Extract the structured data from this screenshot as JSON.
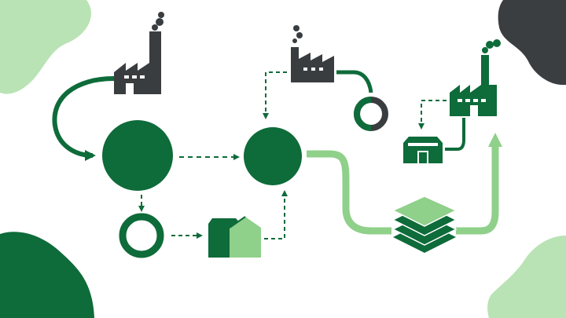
{
  "colors": {
    "dark_green": "#0e6b3a",
    "light_green": "#8fd08a",
    "pale_green": "#b9e3b4",
    "charcoal": "#3a3d40",
    "blob_dark": "#3b3e41",
    "background": "#ffffff"
  },
  "icons": {
    "factory_top_left": "factory-icon",
    "factory_top_center": "factory-icon",
    "factory_right": "factory-icon",
    "warehouse_small": "warehouse-icon",
    "warehouse_split": "warehouse-icon",
    "layers_stack": "layers-stack-icon",
    "hub_left": "filled-circle",
    "hub_center": "filled-circle",
    "ring_left": "ring",
    "ring_right": "ring"
  },
  "connectors": {
    "solid": "solid-arrow",
    "dashed": "dashed-arrow"
  }
}
